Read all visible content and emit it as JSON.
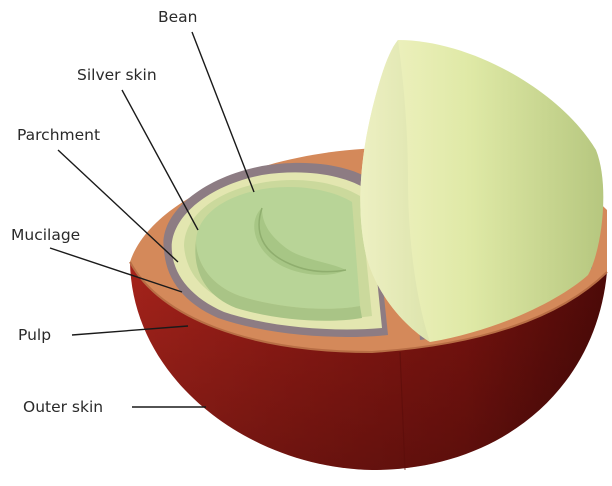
{
  "labels": {
    "bean": "Bean",
    "silver_skin": "Silver skin",
    "parchment": "Parchment",
    "mucilage": "Mucilage",
    "pulp": "Pulp",
    "outer_skin": "Outer skin"
  },
  "colors": {
    "outer_skin": "#7a1510",
    "pulp": "#d18a5c",
    "mucilage": "#8e7f86",
    "parchment": "#e8eab5",
    "silver_skin": "#c9d69a",
    "bean": "#b9d69a"
  }
}
